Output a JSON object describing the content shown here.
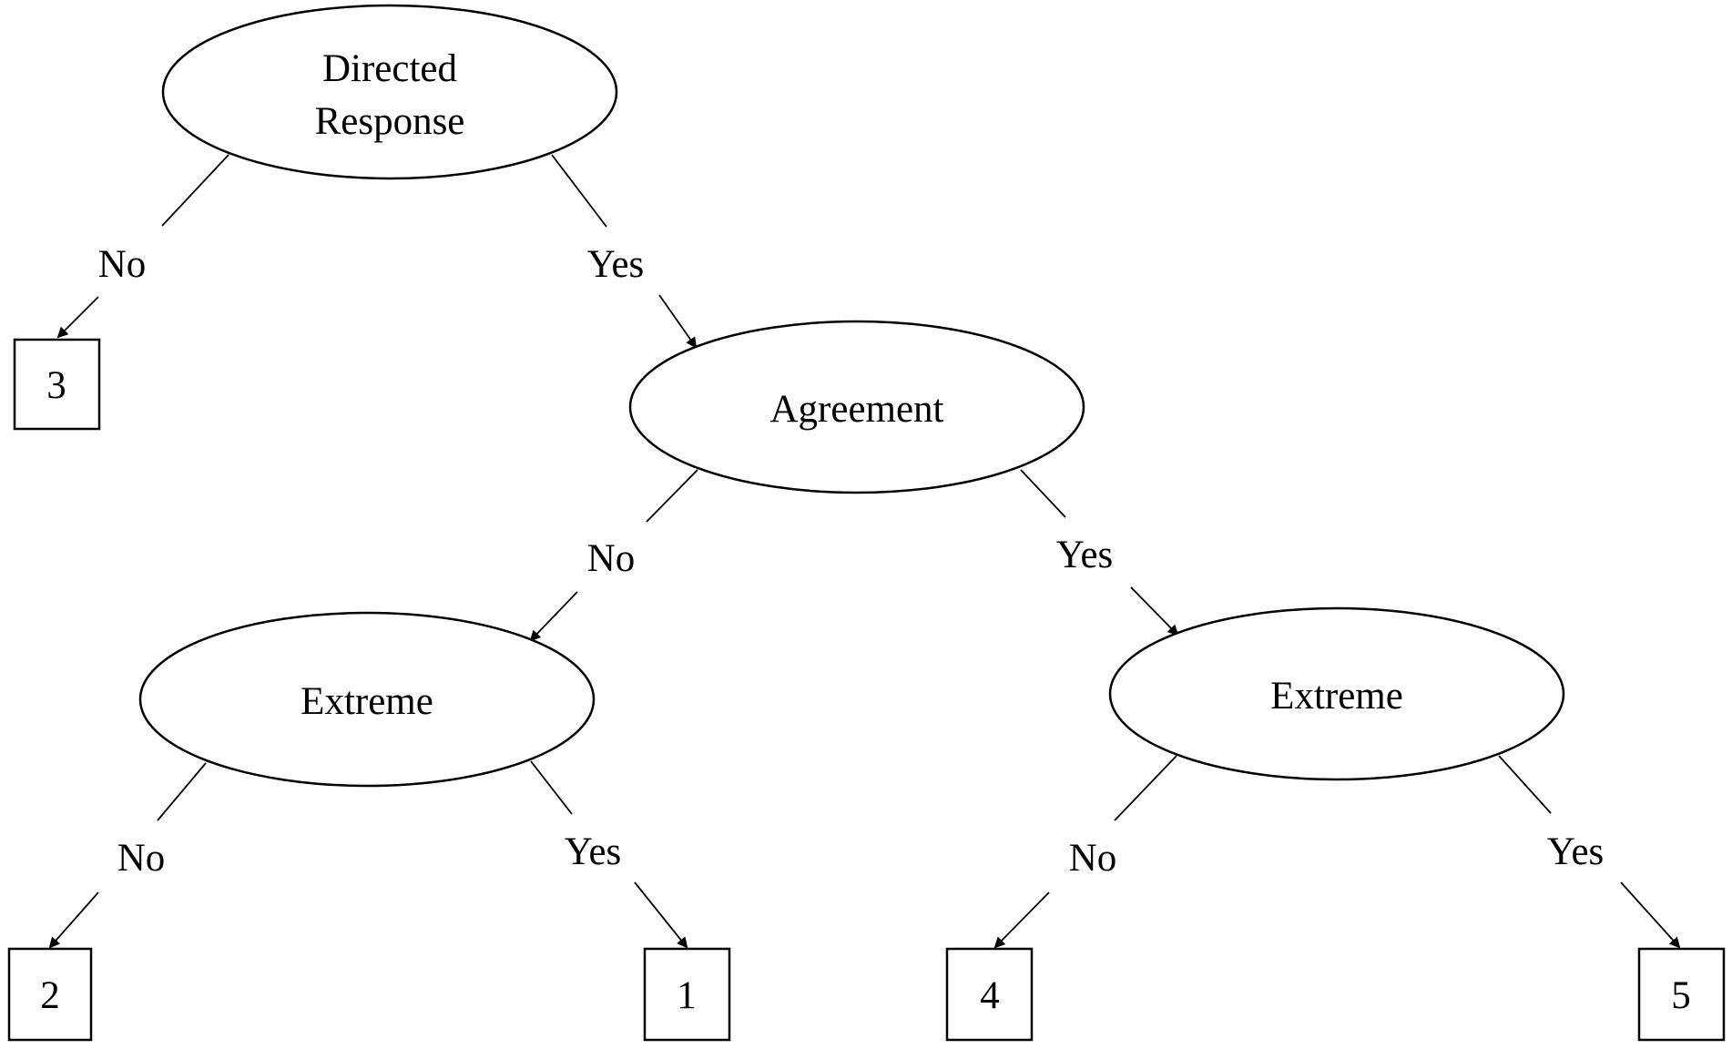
{
  "nodes": {
    "root": {
      "lines": [
        "Directed",
        "Response"
      ]
    },
    "agreement": {
      "lines": [
        "Agreement"
      ]
    },
    "extreme_left": {
      "lines": [
        "Extreme"
      ]
    },
    "extreme_right": {
      "lines": [
        "Extreme"
      ]
    }
  },
  "edges": {
    "root_no": "No",
    "root_yes": "Yes",
    "agreement_no": "No",
    "agreement_yes": "Yes",
    "extreme_left_no": "No",
    "extreme_left_yes": "Yes",
    "extreme_right_no": "No",
    "extreme_right_yes": "Yes"
  },
  "leaves": {
    "leaf_root_no": "3",
    "leaf_el_no": "2",
    "leaf_el_yes": "1",
    "leaf_er_no": "4",
    "leaf_er_yes": "5"
  }
}
